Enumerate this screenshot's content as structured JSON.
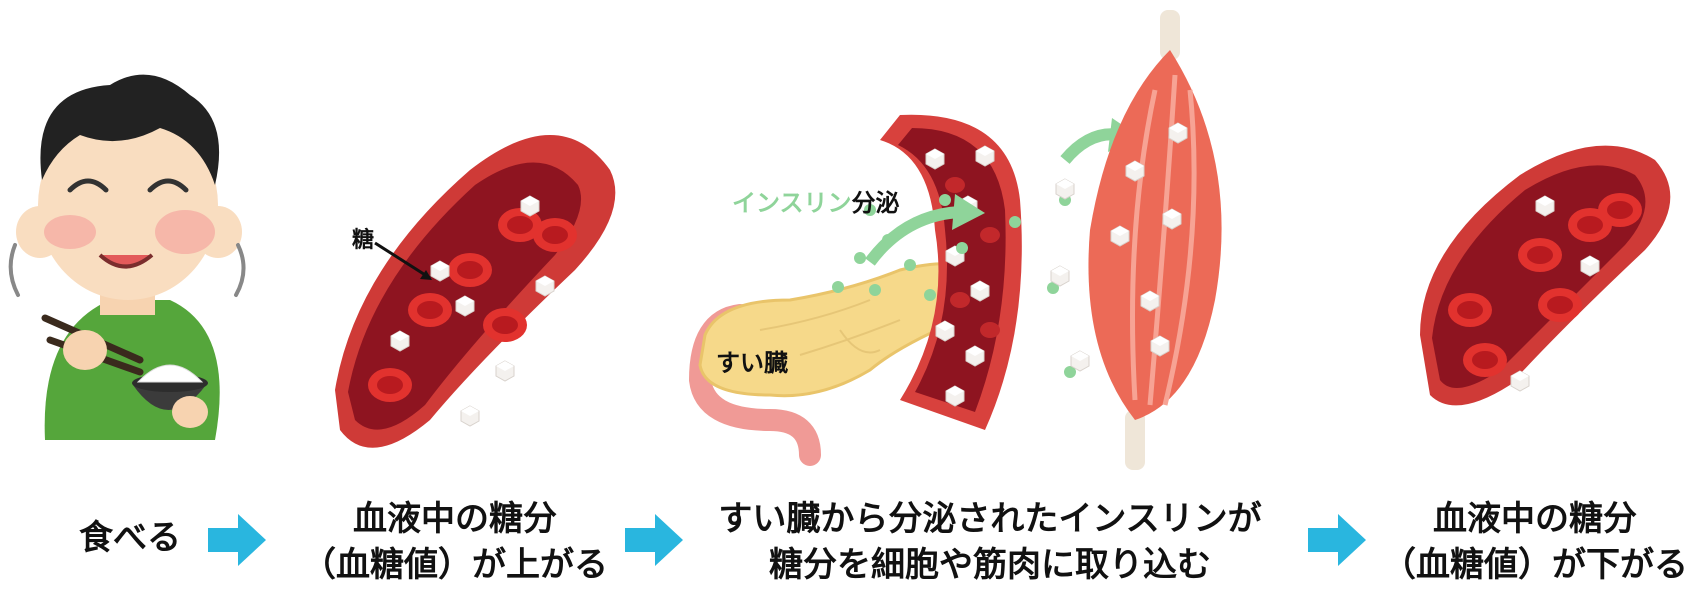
{
  "annotations": {
    "sugar": "糖",
    "insulin_word": "インスリン",
    "secretion_word": "分泌",
    "pancreas": "すい臓"
  },
  "steps": [
    {
      "lines": [
        "食べる"
      ]
    },
    {
      "lines": [
        "血液中の糖分",
        "（血糖値）が上がる"
      ]
    },
    {
      "lines": [
        "すい臓から分泌されたインスリンが",
        "糖分を細胞や筋肉に取り込む"
      ]
    },
    {
      "lines": [
        "血液中の糖分",
        "（血糖値）が下がる"
      ]
    }
  ],
  "colors": {
    "arrow": "#29b6df",
    "insulin": "#8fd49a",
    "blood_vessel": "#d8413d",
    "blood_inner": "#8e1420",
    "pancreas": "#f6d98a",
    "muscle": "#ec6a57",
    "shirt": "#55a63b"
  },
  "icons": [
    "boy-eating-icon",
    "blood-vessel-icon",
    "pancreas-icon",
    "muscle-icon",
    "arrow-right-icon"
  ]
}
